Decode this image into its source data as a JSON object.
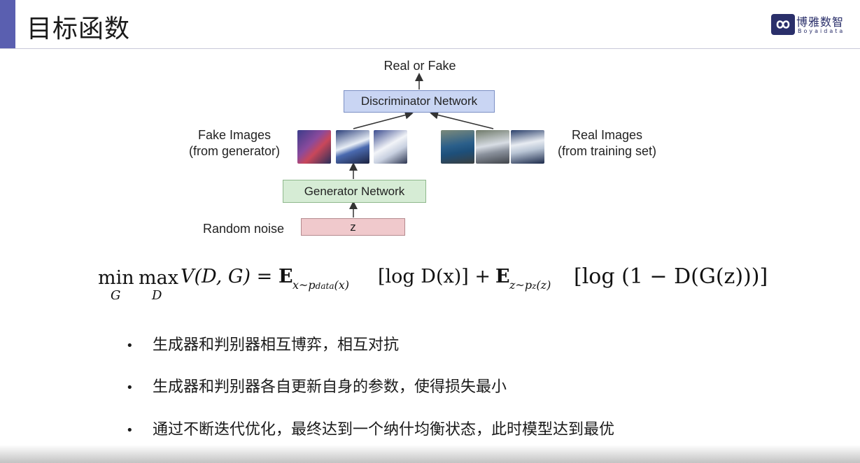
{
  "slide": {
    "title": "目标函数",
    "logo_name": "博雅数智",
    "logo_sub": "Boyaidata",
    "colors": {
      "accent": "#5a5fb0",
      "disc_box": "#c9d5f3",
      "gen_box": "#d6ecd5",
      "noise_box": "#f0c9cc"
    }
  },
  "diagram": {
    "output_label": "Real or Fake",
    "discriminator": "Discriminator Network",
    "generator": "Generator Network",
    "noise_label": "Random noise",
    "noise_var": "z",
    "fake_label_1": "Fake Images",
    "fake_label_2": "(from generator)",
    "real_label_1": "Real Images",
    "real_label_2": "(from training set)"
  },
  "formula": {
    "min": "min",
    "min_sub": "G",
    "max": "max",
    "max_sub": "D",
    "lhs": "V(D, G) =",
    "e": "E",
    "sub1": "x~p",
    "sub1b": "data",
    "sub1c": "(x)",
    "term1": "[log D(x)] +",
    "sub2": "z~p",
    "sub2b": "z",
    "sub2c": "(z)",
    "term2": "[log (1 − D(G(z)))]"
  },
  "bullets": [
    "生成器和判别器相互博弈，相互对抗",
    "生成器和判别器各自更新自身的参数，使得损失最小",
    "通过不断迭代优化，最终达到一个纳什均衡状态，此时模型达到最优"
  ]
}
